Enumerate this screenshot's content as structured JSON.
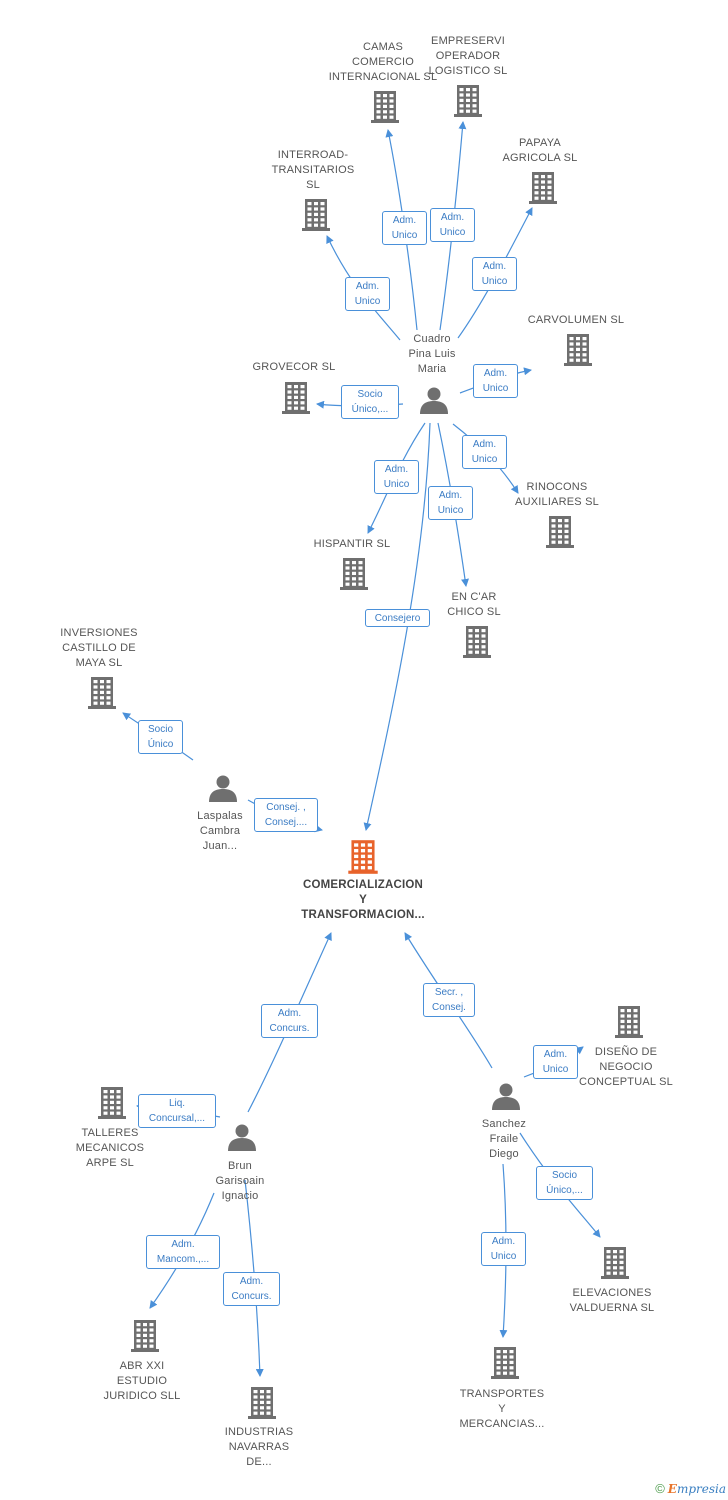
{
  "colors": {
    "edge": "#4a90d9",
    "node_gray": "#6f6f6f",
    "node_center": "#e8632b"
  },
  "center": {
    "label": "COMERCIALIZACION\nY\nTRANSFORMACION..."
  },
  "companies": {
    "camas": "CAMAS\nCOMERCIO\nINTERNACIONAL SL",
    "empreservi": "EMPRESERVI\nOPERADOR\nLOGISTICO SL",
    "papaya": "PAPAYA\nAGRICOLA SL",
    "interroad": "INTERROAD-\nTRANSITARIOS\nSL",
    "carvolumen": "CARVOLUMEN SL",
    "grovecor": "GROVECOR SL",
    "rinocons": "RINOCONS\nAUXILIARES SL",
    "hispantir": "HISPANTIR SL",
    "encarchico": "EN C'AR\nCHICO SL",
    "inversiones": "INVERSIONES\nCASTILLO DE\nMAYA SL",
    "diseno": "DISEÑO DE\nNEGOCIO\nCONCEPTUAL SL",
    "talleres": "TALLERES\nMECANICOS\nARPE SL",
    "elevaciones": "ELEVACIONES\nVALDUERNA SL",
    "abr": "ABR XXI\nESTUDIO\nJURIDICO SLL",
    "industrias": "INDUSTRIAS\nNAVARRAS\nDE...",
    "transportes": "TRANSPORTES\nY\nMERCANCIAS..."
  },
  "people": {
    "cuadro": "Cuadro\nPina Luis\nMaria",
    "laspalas": "Laspalas\nCambra\nJuan...",
    "brun": "Brun\nGarisoain\nIgnacio",
    "sanchez": "Sanchez\nFraile\nDiego"
  },
  "edges": {
    "cuadro_camas": "Adm.\nUnico",
    "cuadro_empreservi": "Adm.\nUnico",
    "cuadro_papaya": "Adm.\nUnico",
    "cuadro_interroad": "Adm.\nUnico",
    "cuadro_carvolumen": "Adm.\nUnico",
    "cuadro_grovecor": "Socio\nÚnico,...",
    "cuadro_rinocons": "Adm.\nUnico",
    "cuadro_hispantir": "Adm.\nUnico",
    "cuadro_encarchico": "Adm.\nUnico",
    "cuadro_center": "Consejero",
    "laspalas_inversiones": "Socio\nÚnico",
    "laspalas_center": "Consej. ,\nConsej....",
    "brun_center": "Adm.\nConcurs.",
    "sanchez_center": "Secr. ,\nConsej.",
    "sanchez_diseno": "Adm.\nUnico",
    "brun_talleres": "Liq.\nConcursal,...",
    "sanchez_elevaciones": "Socio\nÚnico,...",
    "brun_abr": "Adm.\nMancom.,...",
    "brun_industrias": "Adm.\nConcurs.",
    "sanchez_transportes": "Adm.\nUnico"
  },
  "footer": {
    "copyright": "©",
    "brand_first": "E",
    "brand_rest": "mpresia"
  }
}
